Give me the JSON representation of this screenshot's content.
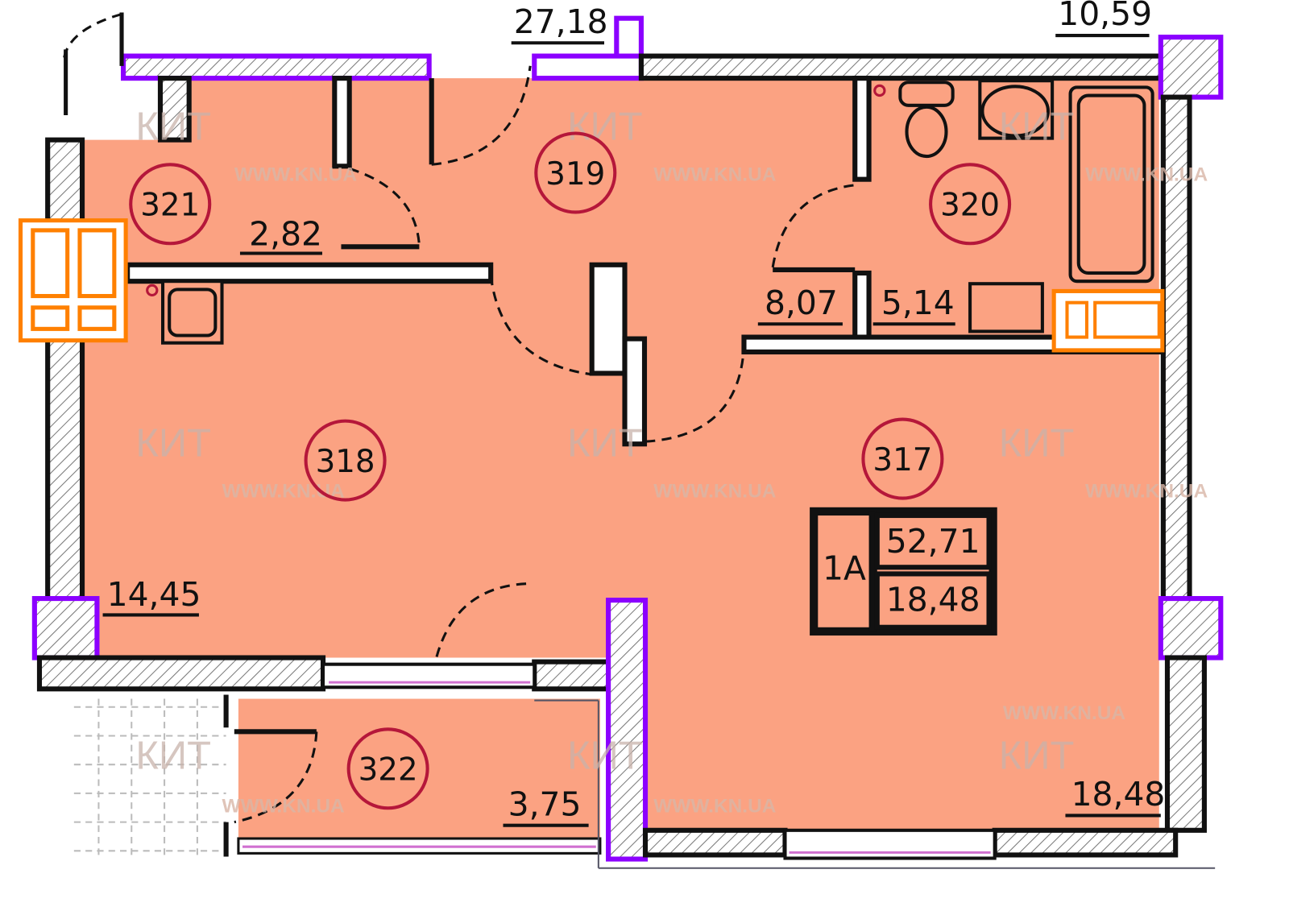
{
  "plan": {
    "total_labels": {
      "top_center": "27,18",
      "top_right": "10,59"
    },
    "rooms": [
      {
        "id": "321",
        "area": "2,82"
      },
      {
        "id": "319",
        "area": "8,07"
      },
      {
        "id": "320",
        "area": "5,14"
      },
      {
        "id": "318",
        "area": "14,45"
      },
      {
        "id": "317",
        "area": "18,48"
      },
      {
        "id": "322",
        "area": "3,75"
      }
    ],
    "apartment": {
      "type": "1A",
      "total_area": "52,71",
      "living_area": "18,48"
    }
  },
  "watermark": {
    "logo_text": "КИТ",
    "url": "WWW.KN.UA"
  },
  "colors": {
    "room_fill": "#FBA282",
    "wall": "#111111",
    "column_border": "#8B00FF",
    "window": "#FF8000",
    "room_circle": "#B5173A"
  }
}
